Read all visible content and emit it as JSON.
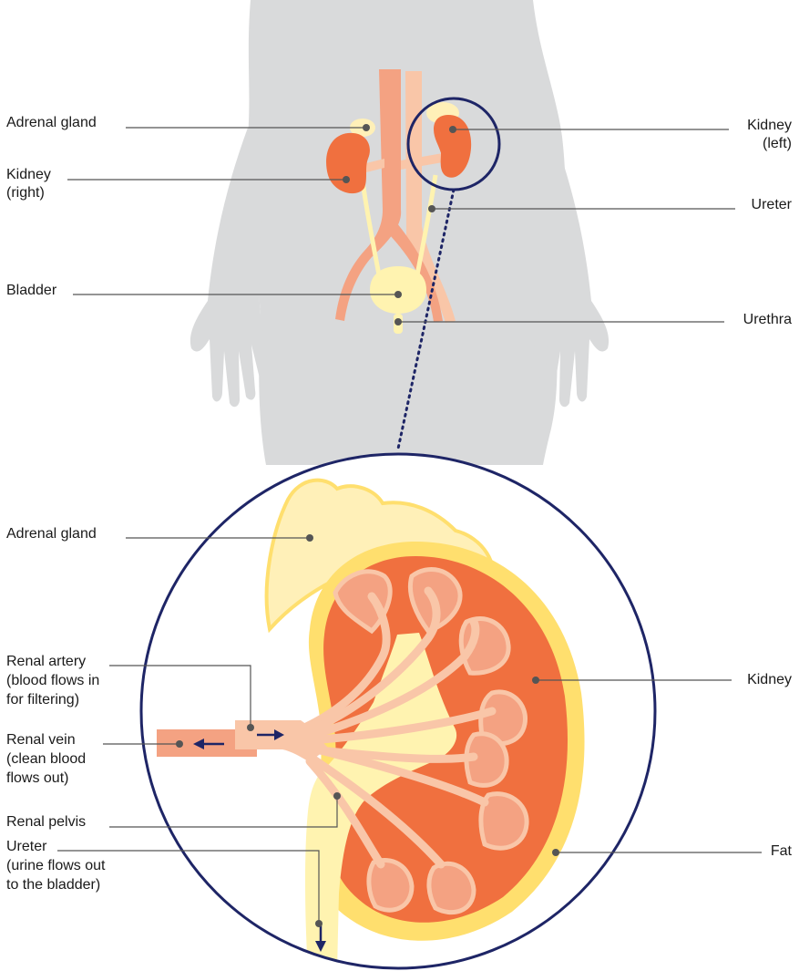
{
  "labels": {
    "top": {
      "adrenal_gland": "Adrenal gland",
      "kidney_right_1": "Kidney",
      "kidney_right_2": "(right)",
      "bladder": "Bladder",
      "kidney_left_1": "Kidney",
      "kidney_left_2": "(left)",
      "ureter": "Ureter",
      "urethra": "Urethra"
    },
    "detail": {
      "adrenal_gland": "Adrenal gland",
      "renal_artery_1": "Renal artery",
      "renal_artery_2": "(blood flows in",
      "renal_artery_3": "for filtering)",
      "renal_vein_1": "Renal vein",
      "renal_vein_2": "(clean blood",
      "renal_vein_3": "flows out)",
      "renal_pelvis": "Renal pelvis",
      "ureter_1": "Ureter",
      "ureter_2": "(urine flows out",
      "ureter_3": "to the bladder)",
      "kidney": "Kidney",
      "fat": "Fat"
    }
  },
  "colors": {
    "body_silhouette": "#d9dadb",
    "kidney": "#f0703f",
    "vessel_light": "#f9c6a8",
    "artery": "#f4a282",
    "urine_yellow": "#fff3b0",
    "fat_yellow": "#ffdf6e",
    "adrenal": "#fff0b8",
    "navy": "#1e2566"
  }
}
